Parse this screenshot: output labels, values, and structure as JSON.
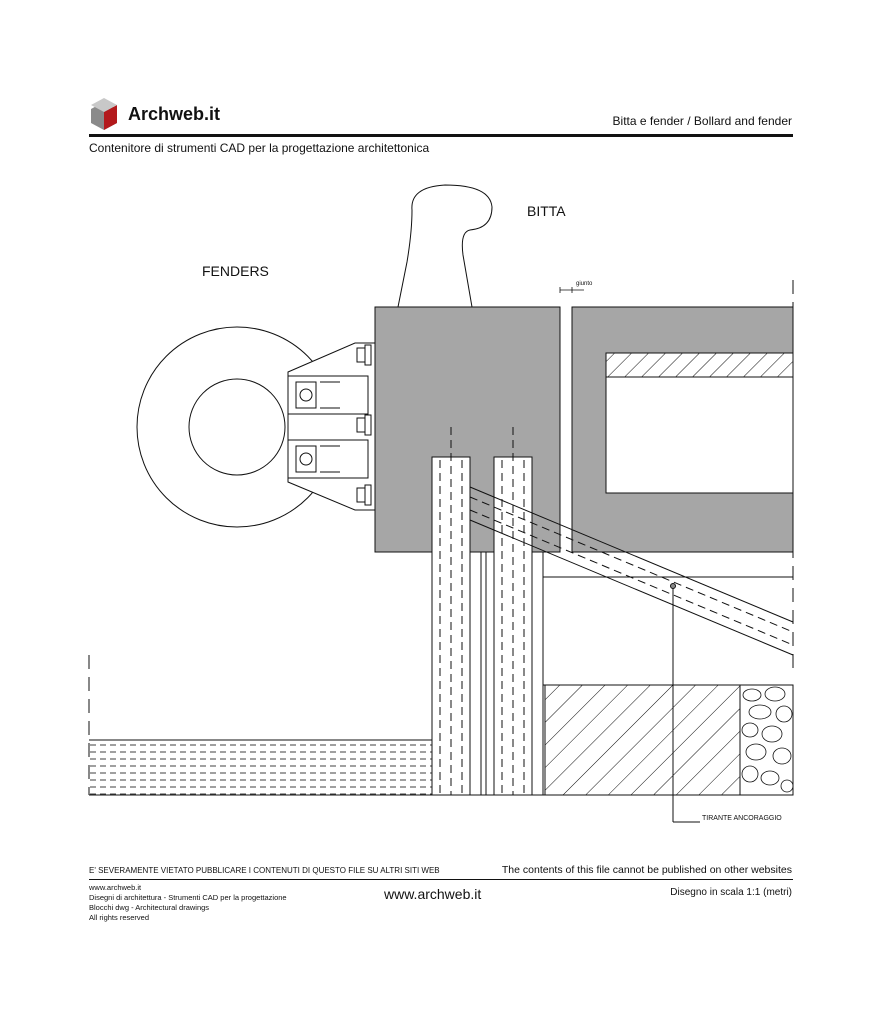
{
  "header": {
    "brand": "Archweb.it",
    "title": "Bitta e fender  /  Bollard and fender",
    "subtitle": "Contenitore di strumenti CAD per la progettazione architettonica"
  },
  "drawing": {
    "label_bitta": "BITTA",
    "label_fenders": "FENDERS",
    "label_giunto": "giunto",
    "label_tirante": "TIRANTE ANCORAGGIO",
    "colors": {
      "concrete": "#a6a6a6",
      "line": "#111111",
      "logo_red": "#b3191c",
      "logo_grey": "#8a8a8a"
    }
  },
  "footer": {
    "warning_it": "E' SEVERAMENTE VIETATO PUBBLICARE I CONTENUTI DI QUESTO FILE SU ALTRI SITI WEB",
    "warning_en": "The contents of this file cannot be published on other websites",
    "left_lines": [
      "www.archweb.it",
      "Disegni di architettura - Strumenti CAD  per la progettazione",
      "Blocchi dwg - Architectural drawings",
      "All rights reserved"
    ],
    "center": "www.archweb.it",
    "scale": "Disegno in scala 1:1 (metri)"
  }
}
